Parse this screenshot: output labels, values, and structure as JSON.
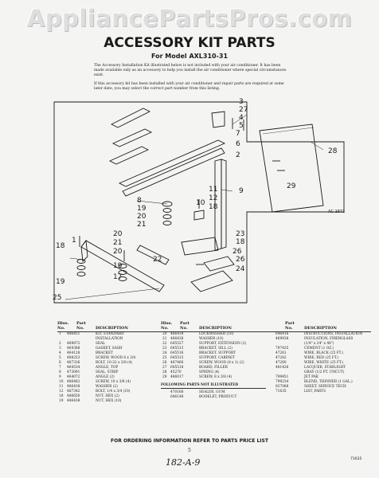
{
  "watermark": "AppliancePartsPros.com",
  "title": "ACCESSORY KIT PARTS",
  "model_line": "For Model AXL310-31",
  "intro": [
    "The Accessory Installation Kit illustrated below is not included with your air conditioner. It has been made available only as an accessory to help you install the air conditioner where special circumstances exist.",
    "If this accessory kit has been installed with your air conditioner and repair parts are required at some later date, you may select the correct part number from this listing."
  ],
  "diagram": {
    "label": "AC-1871",
    "callouts": [
      "3",
      "27",
      "4",
      "5",
      "7",
      "6",
      "2",
      "29",
      "28",
      "11",
      "9",
      "12",
      "10",
      "18",
      "8",
      "19",
      "20",
      "21",
      "23",
      "18",
      "26",
      "1",
      "20",
      "21",
      "22",
      "20",
      "18",
      "19",
      "25",
      "26",
      "24",
      "19",
      "17"
    ]
  },
  "table": {
    "headers": {
      "illus_no": "Illus. No.",
      "part_no": "Part No.",
      "description": "DESCRIPTION"
    },
    "col1": [
      {
        "illus": "1",
        "part": "486451",
        "desc": "KIT, STANDARD"
      },
      {
        "illus": "",
        "part": "",
        "desc": "INSTALLATION"
      },
      {
        "illus": "2",
        "part": "469872",
        "desc": "SEAL"
      },
      {
        "illus": "3",
        "part": "464388",
        "desc": "GASKET, SASH"
      },
      {
        "illus": "4",
        "part": "464128",
        "desc": "BRACKET"
      },
      {
        "illus": "5",
        "part": "488253",
        "desc": "SCREW, WOOD 8 x 3/4"
      },
      {
        "illus": "6",
        "part": "487336",
        "desc": "BOLT, 10-32 x 3/8 (4)"
      },
      {
        "illus": "7",
        "part": "464534",
        "desc": "ANGLE, TOP"
      },
      {
        "illus": "8",
        "part": "473091",
        "desc": "SEAL, STRIP"
      },
      {
        "illus": "9",
        "part": "464072",
        "desc": "ANGLE (2)"
      },
      {
        "illus": "10",
        "part": "486482",
        "desc": "SCREW, 10 x 3/8 (4)"
      },
      {
        "illus": "11",
        "part": "486438",
        "desc": "WASHER (2)"
      },
      {
        "illus": "12",
        "part": "487342",
        "desc": "BOLT, 1/4 x 3/4 (10)"
      },
      {
        "illus": "18",
        "part": "486650",
        "desc": "NUT, HEX (2)"
      },
      {
        "illus": "19",
        "part": "486438",
        "desc": "NUT, HEX (10)"
      }
    ],
    "col2": [
      {
        "illus": "20",
        "part": "486439",
        "desc": "LOCKWASHER (10)"
      },
      {
        "illus": "21",
        "part": "486438",
        "desc": "WASHER (10)"
      },
      {
        "illus": "22",
        "part": "645527",
        "desc": "SUPPORT, EXTENSION (2)"
      },
      {
        "illus": "23",
        "part": "645513",
        "desc": "BRACKET, SILL (2)"
      },
      {
        "illus": "24",
        "part": "645516",
        "desc": "BRACKET, SUPPORT"
      },
      {
        "illus": "25",
        "part": "645515",
        "desc": "SUPPORT, CABINET"
      },
      {
        "illus": "26",
        "part": "487466",
        "desc": "SCREW, WOOD (8 x 1) (2)"
      },
      {
        "illus": "27",
        "part": "645518",
        "desc": "BOARD, FILLER"
      },
      {
        "illus": "28",
        "part": "45270",
        "desc": "SPRING (4)"
      },
      {
        "illus": "29",
        "part": "486017",
        "desc": "SCREW, 8 x 3/8 (4)"
      }
    ],
    "col2_note": "FOLLOWING PARTS NOT ILLUSTRATED",
    "col2_extra": [
      {
        "illus": "",
        "part": "470168",
        "desc": "SEALER, GUM"
      },
      {
        "illus": "",
        "part": "646148",
        "desc": "BOOKLET, PRODUCT"
      }
    ],
    "col3": [
      {
        "illus": "",
        "part": "646416",
        "desc": "INSTRUCTIONS, INSTALLATION"
      },
      {
        "illus": "",
        "part": "469938",
        "desc": "INSULATION, FIBERGLASS"
      },
      {
        "illus": "",
        "part": "",
        "desc": "(1/4\" x 24\" x 48\")"
      },
      {
        "illus": "",
        "part": "797435",
        "desc": "CEMENT (1 OZ.)"
      },
      {
        "illus": "",
        "part": "47261",
        "desc": "WIRE, BLACK (25 FT.)"
      },
      {
        "illus": "",
        "part": "47262",
        "desc": "WIRE, RED (25 FT.)"
      },
      {
        "illus": "",
        "part": "47260",
        "desc": "WIRE, WHITE (25 FT.)"
      },
      {
        "illus": "",
        "part": "481426",
        "desc": "LACQUER, STARLIGHT"
      },
      {
        "illus": "",
        "part": "",
        "desc": "GRAY (1/2 PT. UNCUT)"
      },
      {
        "illus": "",
        "part": "799451",
        "desc": "JET PAK"
      },
      {
        "illus": "",
        "part": "799234",
        "desc": "BLEND, THINNER (1 GAL.)"
      },
      {
        "illus": "",
        "part": "837088",
        "desc": "SHEET, SERVICE TECH"
      },
      {
        "illus": "",
        "part": "71635",
        "desc": "LIST, PARTS"
      }
    ]
  },
  "footer": {
    "order_info": "FOR ORDERING INFORMATION REFER TO PARTS PRICE LIST",
    "page_number": "5",
    "handwritten": "182-A-9",
    "doc_code": "71635"
  }
}
